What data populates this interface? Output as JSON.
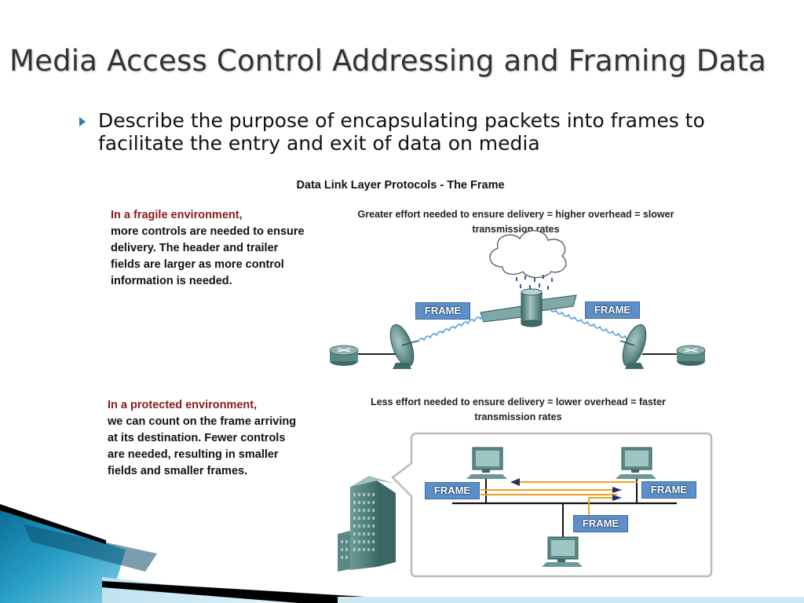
{
  "slide": {
    "title": "Media Access Control Addressing and Framing Data",
    "bullet": "Describe the purpose of encapsulating packets into frames to facilitate the entry and exit of data on media"
  },
  "figure": {
    "title": "Data Link Layer Protocols - The Frame",
    "fragile": {
      "lead": "In a fragile environment,",
      "body": "more controls are needed to ensure delivery. The header and trailer fields are larger as more control information is needed.",
      "caption": "Greater effort needed to ensure delivery = higher overhead = slower transmission rates"
    },
    "protected": {
      "lead": "In a protected environment,",
      "body": "we can count on the frame arriving at its destination. Fewer controls are needed, resulting in smaller fields and smaller frames.",
      "caption": "Less effort needed to ensure delivery = lower overhead = faster transmission rates"
    },
    "frame_label": "FRAME"
  },
  "colors": {
    "lead_text": "#8b1a1a",
    "frame_fill": "#5d90c8",
    "orange_path": "#f0a020",
    "device_teal": "#4f7f7c",
    "wave_blue": "#5aa0d8"
  }
}
